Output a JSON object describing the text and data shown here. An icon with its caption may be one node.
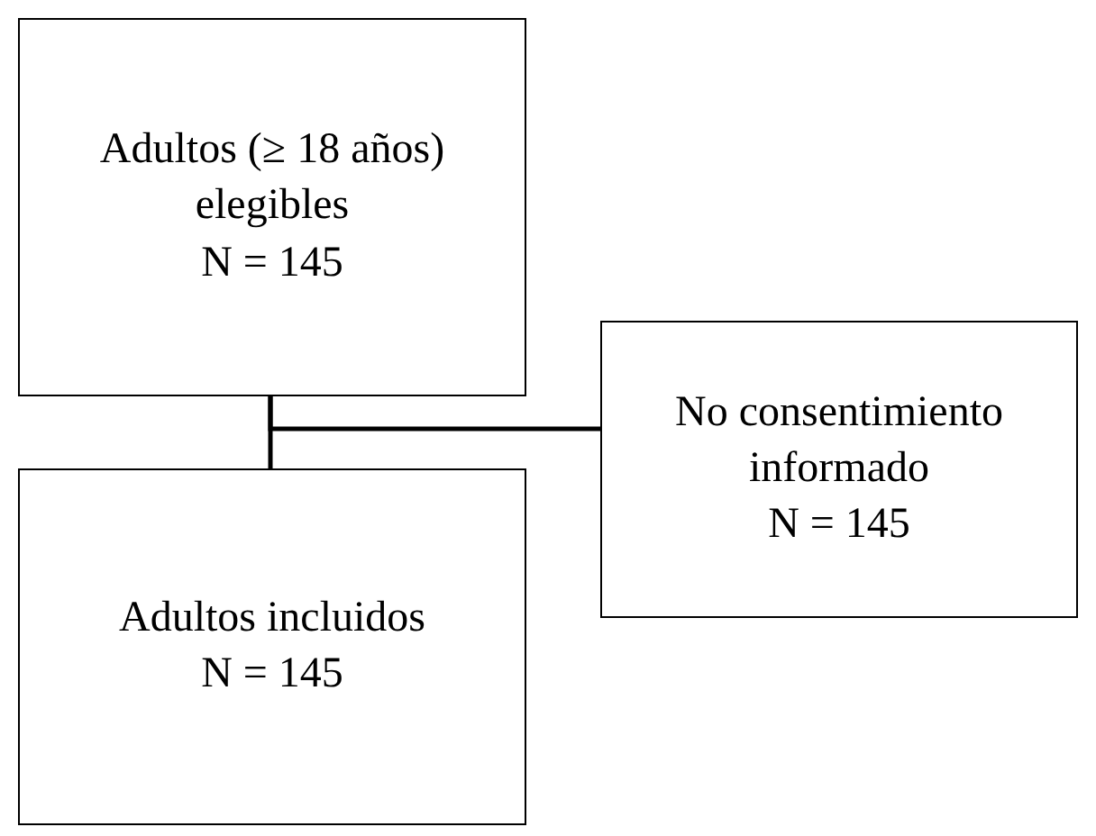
{
  "diagram": {
    "nodes": [
      {
        "text": [
          "Adultos (≥ 18 años) elegibles",
          "N = 145"
        ]
      },
      {
        "text": [
          "Adultos incluidos",
          "N = 145"
        ]
      },
      {
        "text": [
          "No consentimiento informado",
          "N = 145"
        ]
      }
    ],
    "edges": [
      {
        "from": 0,
        "to": 1,
        "arrow": "none"
      },
      {
        "from": 0,
        "to": 2,
        "arrow": "none"
      }
    ]
  }
}
